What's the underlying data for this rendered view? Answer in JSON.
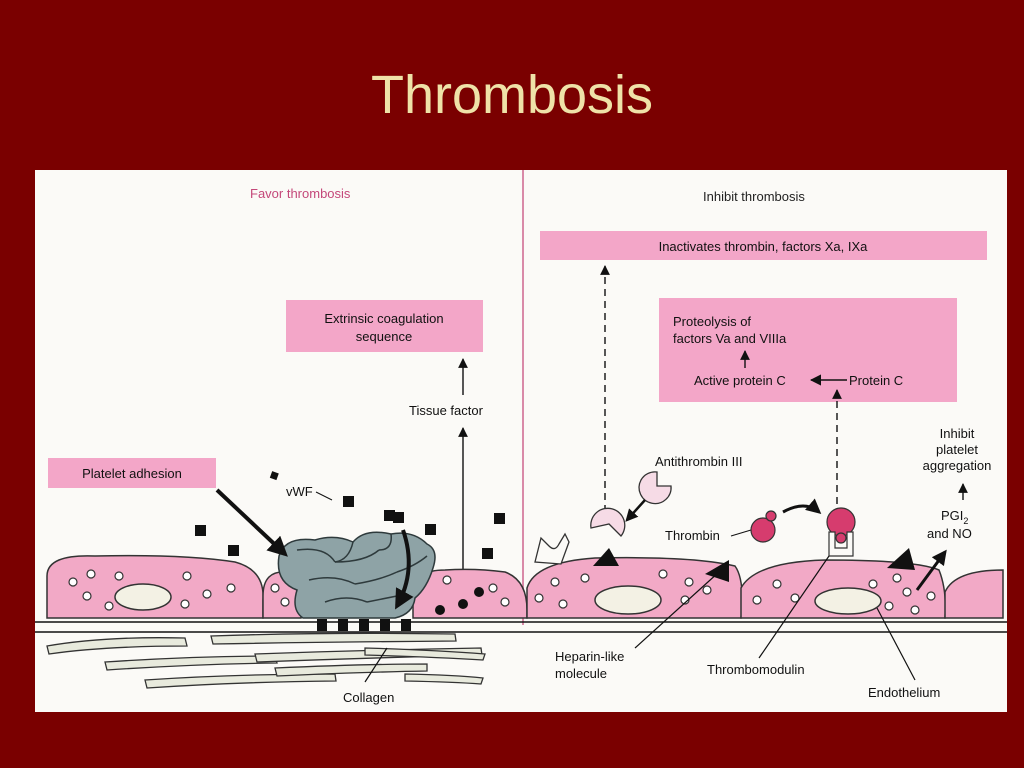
{
  "title": "Thrombosis",
  "diagram": {
    "panels": {
      "favor": "Favor thrombosis",
      "inhibit": "Inhibit thrombosis"
    },
    "boxes": {
      "platelet_adhesion": "Platelet adhesion",
      "extrinsic_line1": "Extrinsic coagulation",
      "extrinsic_line2": "sequence",
      "inactivates": "Inactivates thrombin, factors Xa, IXa",
      "proteolysis_line1": "Proteolysis of",
      "proteolysis_line2": "factors Va and VIIIa",
      "active_protein_c": "Active protein C",
      "protein_c": "Protein C"
    },
    "labels": {
      "tissue_factor": "Tissue factor",
      "vwf": "vWF",
      "antithrombin": "Antithrombin III",
      "thrombin": "Thrombin",
      "inhibit_line1": "Inhibit",
      "inhibit_line2": "platelet",
      "inhibit_line3": "aggregation",
      "pgi2": "PGI",
      "pgi2_sub": "2",
      "and_no": "and NO",
      "heparin_line1": "Heparin-like",
      "heparin_line2": "molecule",
      "thrombomodulin": "Thrombomodulin",
      "endothelium": "Endothelium",
      "collagen": "Collagen"
    }
  },
  "colors": {
    "slide_background": "#7a0000",
    "title_text": "#efe2a8",
    "box_pink": "#f3a6c8",
    "cell_pink": "#f2a9c6",
    "platelet_gray": "#8ea3a6",
    "thrombin_red": "#d63c6e"
  }
}
